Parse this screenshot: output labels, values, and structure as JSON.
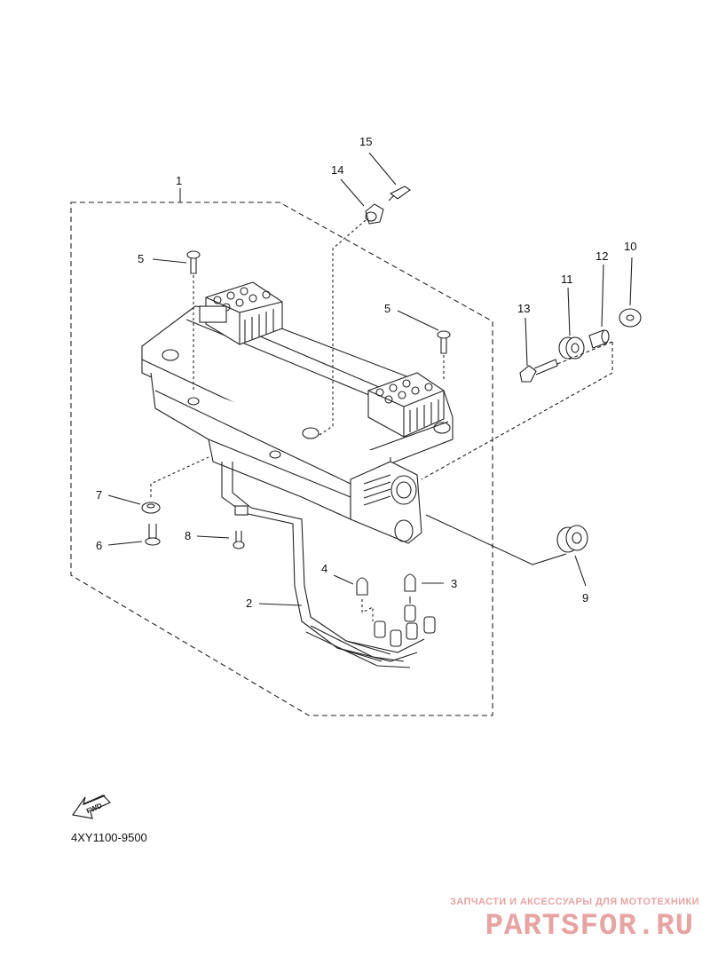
{
  "diagram": {
    "callouts": [
      "1",
      "2",
      "3",
      "4",
      "5",
      "5",
      "6",
      "7",
      "8",
      "9",
      "10",
      "11",
      "12",
      "13",
      "14",
      "15"
    ],
    "fwd_label": "FWD",
    "code": "4XY1100-9500"
  },
  "watermark": {
    "tagline": "ЗАПЧАСТИ И АКСЕССУАРЫ ДЛЯ МОТОТЕХНИКИ",
    "logo": "PARTSFOR.RU",
    "color": "#e8a3a3"
  }
}
